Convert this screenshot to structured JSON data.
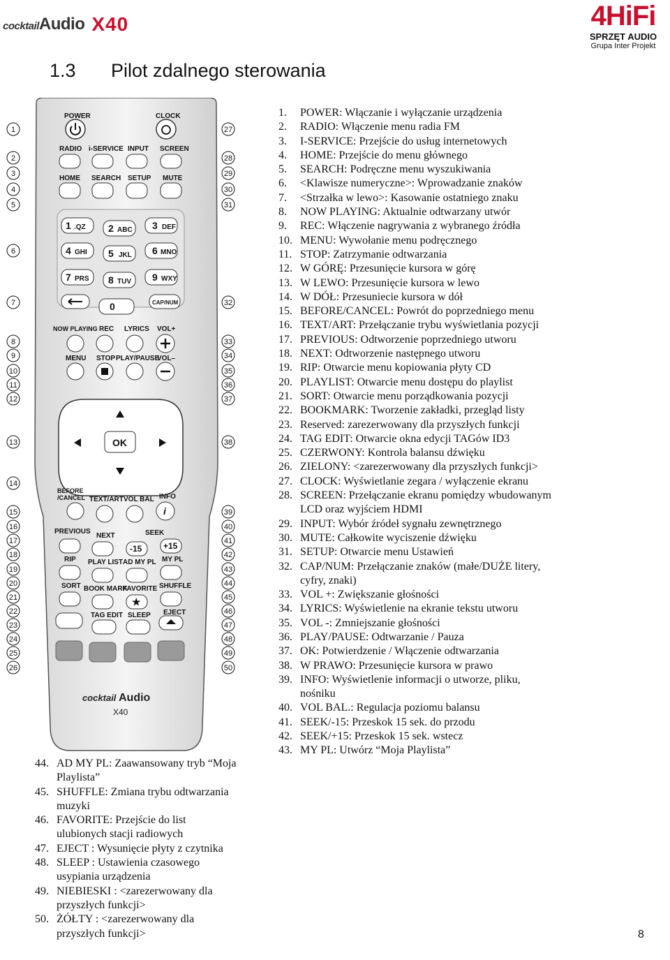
{
  "header": {
    "brand_left": "cocktail",
    "brand_left_bold": "Audio",
    "model": "X40",
    "dealer_mark": "4HiFi",
    "dealer_line1": "SPRZĘT AUDIO",
    "dealer_line2": "Grupa Inter Projekt"
  },
  "section": {
    "number": "1.3",
    "title": "Pilot  zdalnego  sterowania"
  },
  "remote": {
    "labels": {
      "power": "POWER",
      "clock": "CLOCK",
      "radio": "RADIO",
      "iservice": "i-SERVICE",
      "input": "INPUT",
      "screen": "SCREEN",
      "home": "HOME",
      "search": "SEARCH",
      "setup": "SETUP",
      "mute": "MUTE",
      "k1": "1",
      "k1s": ".QZ",
      "k2": "2",
      "k2s": "ABC",
      "k3": "3",
      "k3s": "DEF",
      "k4": "4",
      "k4s": "GHI",
      "k5": "5",
      "k5s": "JKL",
      "k6": "6",
      "k6s": "MNO",
      "k7": "7",
      "k7s": "PRS",
      "k8": "8",
      "k8s": "TUV",
      "k9": "9",
      "k9s": "WXY",
      "k0": "0",
      "capnum": "CAP/NUM",
      "nowplaying": "NOW PLAYING",
      "rec": "REC",
      "lyrics": "LYRICS",
      "volplus": "VOL+",
      "menu": "MENU",
      "stop": "STOP",
      "playpause": "PLAY/PAUSE",
      "volminus": "VOL–",
      "ok": "OK",
      "before1": "BEFORE",
      "before2": "/CANCEL",
      "textart": "TEXT/ART",
      "volbal": "VOL BAL",
      "info": "INFO",
      "previous": "PREVIOUS",
      "next": "NEXT",
      "seek": "SEEK",
      "m15": "-15",
      "p15": "+15",
      "rip": "RIP",
      "playlist": "PLAY LIST",
      "admypl": "AD MY PL",
      "mypl": "MY PL",
      "sort": "SORT",
      "bookmark": "BOOK MARK",
      "favorite": "FAVORITE",
      "shuffle": "SHUFFLE",
      "tagedit": "TAG EDIT",
      "sleep": "SLEEP",
      "eject": "EJECT",
      "brand": "cocktail",
      "brand_bold": "Audio",
      "model": "X40"
    },
    "callouts_left": [
      "1",
      "2",
      "3",
      "4",
      "5",
      "6",
      "7",
      "8",
      "9",
      "10",
      "11",
      "12",
      "13",
      "14",
      "15",
      "16",
      "17",
      "18",
      "19",
      "20",
      "21",
      "22",
      "23",
      "24",
      "25",
      "26"
    ],
    "callouts_right": [
      "27",
      "28",
      "29",
      "30",
      "31",
      "32",
      "33",
      "34",
      "35",
      "36",
      "37",
      "38",
      "39",
      "40",
      "41",
      "42",
      "43",
      "44",
      "45",
      "46",
      "47",
      "48",
      "49",
      "50"
    ]
  },
  "list_right": [
    {
      "n": "1.",
      "t": "POWER: Włączanie i wyłączanie urządzenia"
    },
    {
      "n": "2.",
      "t": "RADIO: Włączenie menu radia FM"
    },
    {
      "n": "3.",
      "t": "I-SERVICE: Przejście do usług internetowych"
    },
    {
      "n": "4.",
      "t": "HOME: Przejście do menu głównego"
    },
    {
      "n": "5.",
      "t": "SEARCH: Podręczne menu wyszukiwania"
    },
    {
      "n": "6.",
      "t": "<Klawisze numeryczne>: Wprowadzanie znaków"
    },
    {
      "n": "7.",
      "t": "<Strzałka w lewo>: Kasowanie ostatniego znaku"
    },
    {
      "n": "8.",
      "t": "NOW PLAYING: Aktualnie odtwarzany utwór"
    },
    {
      "n": "9.",
      "t": "REC: Włączenie nagrywania z wybranego źródła"
    },
    {
      "n": "10.",
      "t": "MENU: Wywołanie menu podręcznego"
    },
    {
      "n": "11.",
      "t": "STOP: Zatrzymanie odtwarzania"
    },
    {
      "n": "12.",
      "t": "W GÓRĘ: Przesunięcie kursora w górę"
    },
    {
      "n": "13.",
      "t": "W LEWO: Przesunięcie kursora w lewo"
    },
    {
      "n": "14.",
      "t": "W DÓŁ: Przesuniecie kursora w dół"
    },
    {
      "n": "15.",
      "t": "BEFORE/CANCEL: Powrót do poprzedniego menu"
    },
    {
      "n": "16.",
      "t": "TEXT/ART: Przełączanie trybu wyświetlania pozycji"
    },
    {
      "n": "17.",
      "t": "PREVIOUS: Odtworzenie poprzedniego utworu"
    },
    {
      "n": "18.",
      "t": "NEXT: Odtworzenie następnego utworu"
    },
    {
      "n": "19.",
      "t": "RIP: Otwarcie menu kopiowania płyty CD"
    },
    {
      "n": "20.",
      "t": "PLAYLIST: Otwarcie menu dostępu do playlist"
    },
    {
      "n": "21.",
      "t": "SORT: Otwarcie menu porządkowania pozycji"
    },
    {
      "n": "22.",
      "t": "BOOKMARK: Tworzenie zakładki, przegląd listy"
    },
    {
      "n": "23.",
      "t": "Reserved: zarezerwowany dla przyszłych funkcji"
    },
    {
      "n": "24.",
      "t": "TAG EDIT: Otwarcie okna edycji TAGów ID3"
    },
    {
      "n": "25.",
      "t": "CZERWONY: Kontrola balansu dźwięku"
    },
    {
      "n": "26.",
      "t": "ZIELONY: <zarezerwowany dla przyszłych funkcji>"
    },
    {
      "n": "27.",
      "t": "CLOCK: Wyświetlanie zegara / wyłączenie ekranu"
    },
    {
      "n": "28.",
      "t": "SCREEN: Przełączanie ekranu pomiędzy wbudowanym LCD oraz wyjściem HDMI"
    },
    {
      "n": "29.",
      "t": "INPUT: Wybór źródeł sygnału zewnętrznego"
    },
    {
      "n": "30.",
      "t": "MUTE: Całkowite wyciszenie dźwięku"
    },
    {
      "n": "31.",
      "t": "SETUP: Otwarcie menu Ustawień"
    },
    {
      "n": "32.",
      "t": "CAP/NUM: Przełączanie znaków (małe/DUŻE litery, cyfry, znaki)"
    },
    {
      "n": "33.",
      "t": "VOL +: Zwiększanie głośności"
    },
    {
      "n": "34.",
      "t": "LYRICS: Wyświetlenie na ekranie tekstu utworu"
    },
    {
      "n": "35.",
      "t": "VOL -: Zmniejszanie głośności"
    },
    {
      "n": "36.",
      "t": "PLAY/PAUSE: Odtwarzanie / Pauza"
    },
    {
      "n": "37.",
      "t": "OK: Potwierdzenie / Włączenie odtwarzania"
    },
    {
      "n": "38.",
      "t": "W PRAWO: Przesunięcie kursora w prawo"
    },
    {
      "n": "39.",
      "t": "INFO: Wyświetlenie informacji o utworze, pliku, nośniku"
    },
    {
      "n": "40.",
      "t": "VOL BAL.: Regulacja poziomu balansu"
    },
    {
      "n": "41.",
      "t": "SEEK/-15: Przeskok 15 sek. do przodu"
    },
    {
      "n": "42.",
      "t": "SEEK/+15: Przeskok 15 sek. wstecz"
    },
    {
      "n": "43.",
      "t": "MY PL: Utwórz “Moja Playlista”"
    }
  ],
  "list_left": [
    {
      "n": "44.",
      "t": "AD MY PL: Zaawansowany tryb “Moja Playlista”"
    },
    {
      "n": "45.",
      "t": "SHUFFLE: Zmiana trybu odtwarzania muzyki"
    },
    {
      "n": "46.",
      "t": "FAVORITE: Przejście do list ulubionych stacji radiowych"
    },
    {
      "n": "47.",
      "t": "EJECT : Wysunięcie płyty z czytnika"
    },
    {
      "n": "48.",
      "t": "SLEEP : Ustawienia czasowego usypiania urządzenia"
    },
    {
      "n": "49.",
      "t": "NIEBIESKI : <zarezerwowany dla przyszłych funkcji>"
    },
    {
      "n": "50.",
      "t": "ŻÓŁTY : <zarezerwowany dla przyszłych funkcji>"
    }
  ],
  "page_number": "8"
}
